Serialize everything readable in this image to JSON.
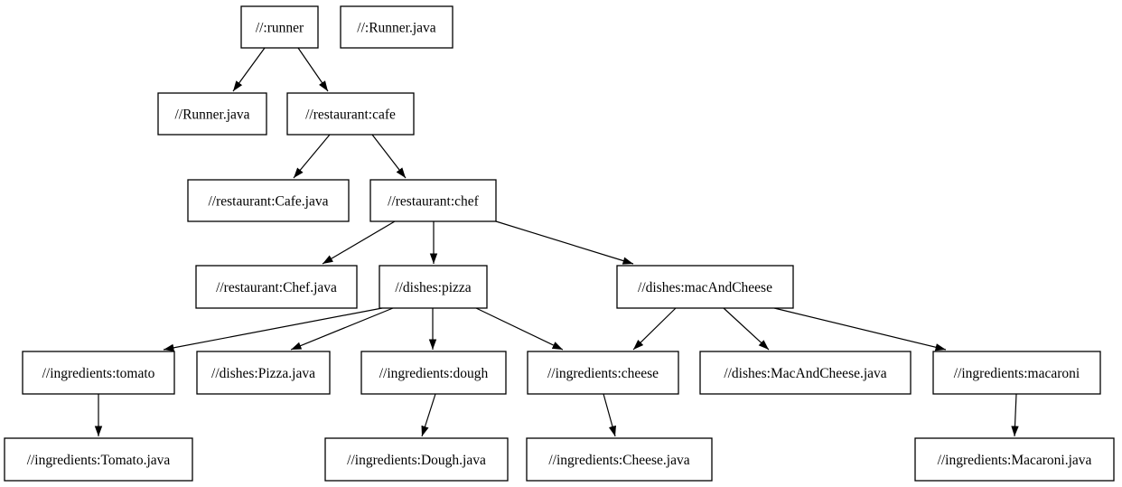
{
  "diagram": {
    "type": "dependency-graph",
    "background_color": "#ffffff",
    "node_fill_color": "#ffffff",
    "node_border_color": "#000000",
    "edge_color": "#000000",
    "nodes": [
      {
        "id": "runner",
        "label": "//:runner"
      },
      {
        "id": "runner-java-lone",
        "label": "//:Runner.java"
      },
      {
        "id": "runner-java",
        "label": "//Runner.java"
      },
      {
        "id": "cafe",
        "label": "//restaurant:cafe"
      },
      {
        "id": "cafe-java",
        "label": "//restaurant:Cafe.java"
      },
      {
        "id": "chef",
        "label": "//restaurant:chef"
      },
      {
        "id": "chef-java",
        "label": "//restaurant:Chef.java"
      },
      {
        "id": "pizza",
        "label": "//dishes:pizza"
      },
      {
        "id": "macandcheese",
        "label": "//dishes:macAndCheese"
      },
      {
        "id": "tomato",
        "label": "//ingredients:tomato"
      },
      {
        "id": "pizza-java",
        "label": "//dishes:Pizza.java"
      },
      {
        "id": "dough",
        "label": "//ingredients:dough"
      },
      {
        "id": "cheese",
        "label": "//ingredients:cheese"
      },
      {
        "id": "macandcheese-java",
        "label": "//dishes:MacAndCheese.java"
      },
      {
        "id": "macaroni",
        "label": "//ingredients:macaroni"
      },
      {
        "id": "tomato-java",
        "label": "//ingredients:Tomato.java"
      },
      {
        "id": "dough-java",
        "label": "//ingredients:Dough.java"
      },
      {
        "id": "cheese-java",
        "label": "//ingredients:Cheese.java"
      },
      {
        "id": "macaroni-java",
        "label": "//ingredients:Macaroni.java"
      }
    ],
    "edges": [
      {
        "from": "runner",
        "to": "runner-java"
      },
      {
        "from": "runner",
        "to": "cafe"
      },
      {
        "from": "cafe",
        "to": "cafe-java"
      },
      {
        "from": "cafe",
        "to": "chef"
      },
      {
        "from": "chef",
        "to": "chef-java"
      },
      {
        "from": "chef",
        "to": "pizza"
      },
      {
        "from": "chef",
        "to": "macandcheese"
      },
      {
        "from": "pizza",
        "to": "tomato"
      },
      {
        "from": "pizza",
        "to": "pizza-java"
      },
      {
        "from": "pizza",
        "to": "dough"
      },
      {
        "from": "pizza",
        "to": "cheese"
      },
      {
        "from": "macandcheese",
        "to": "cheese"
      },
      {
        "from": "macandcheese",
        "to": "macandcheese-java"
      },
      {
        "from": "macandcheese",
        "to": "macaroni"
      },
      {
        "from": "tomato",
        "to": "tomato-java"
      },
      {
        "from": "dough",
        "to": "dough-java"
      },
      {
        "from": "cheese",
        "to": "cheese-java"
      },
      {
        "from": "macaroni",
        "to": "macaroni-java"
      }
    ]
  }
}
